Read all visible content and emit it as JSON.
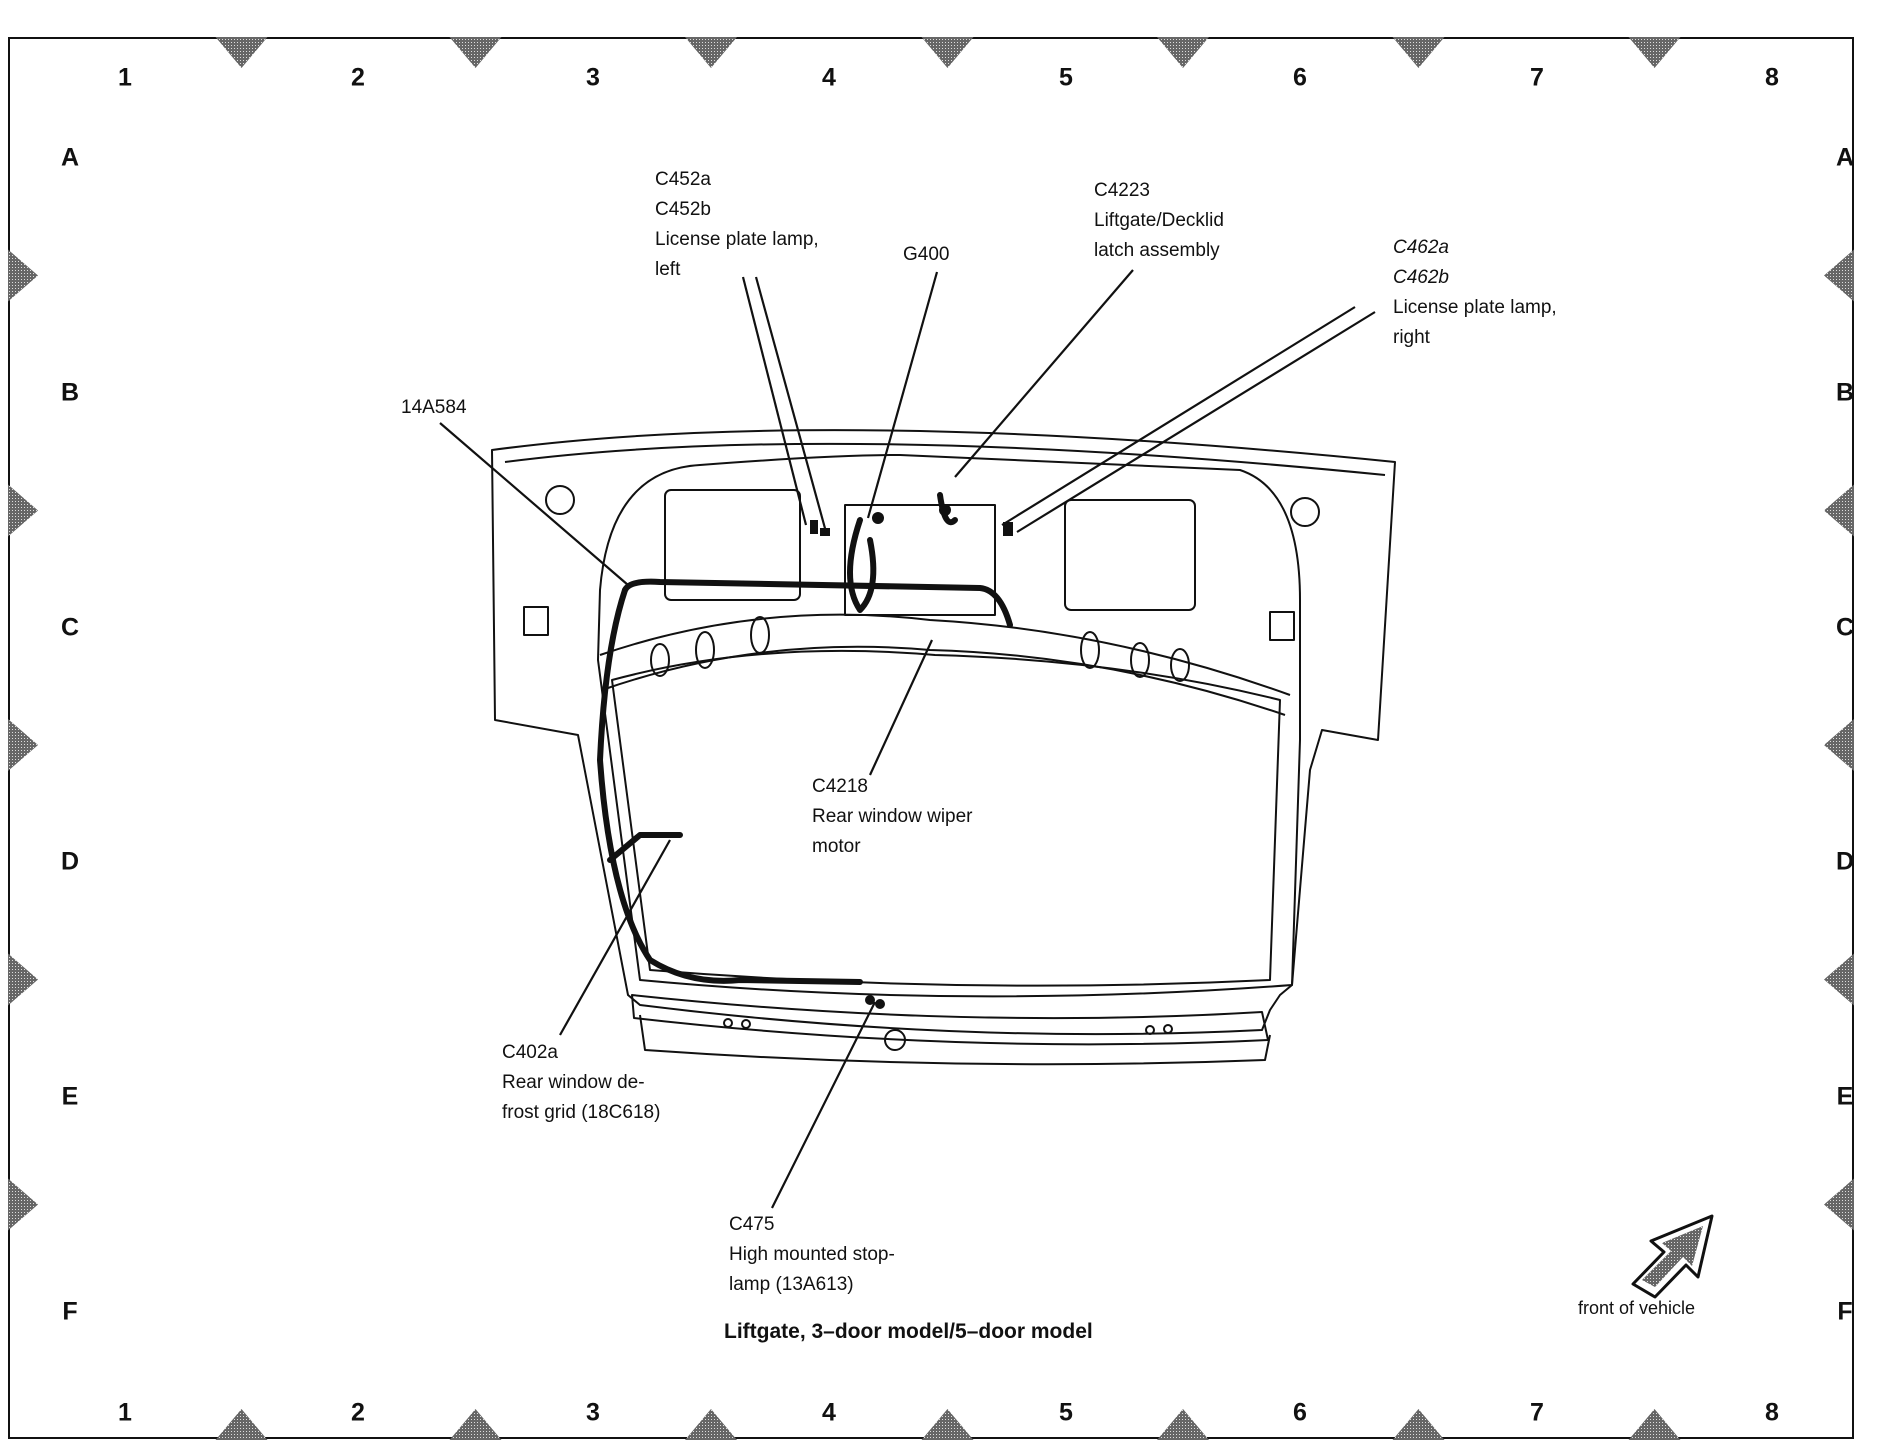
{
  "grid": {
    "columns": [
      "1",
      "2",
      "3",
      "4",
      "5",
      "6",
      "7",
      "8"
    ],
    "rows": [
      "A",
      "B",
      "C",
      "D",
      "E",
      "F"
    ]
  },
  "callouts": {
    "c452": {
      "lines": [
        "C452a",
        "C452b",
        "License plate lamp,",
        "left"
      ]
    },
    "g400": {
      "lines": [
        "G400"
      ]
    },
    "c4223": {
      "lines": [
        "C4223",
        "Liftgate/Decklid",
        "latch assembly"
      ]
    },
    "c462": {
      "lines": [
        "C462a",
        "C462b",
        "License plate lamp,",
        "right"
      ]
    },
    "harness": {
      "lines": [
        "14A584"
      ]
    },
    "c4218": {
      "lines": [
        "C4218",
        "Rear window wiper",
        "motor"
      ]
    },
    "c402a": {
      "lines": [
        "C402a",
        "Rear window de-",
        "frost grid (18C618)"
      ]
    },
    "c475": {
      "lines": [
        "C475",
        "High mounted stop-",
        "lamp (13A613)"
      ]
    }
  },
  "caption": "Liftgate, 3–door model/5–door model",
  "orientation": {
    "label": "front of vehicle",
    "icon": "arrow-up-right-icon"
  },
  "colors": {
    "ink": "#111111",
    "marker": "#555555",
    "paper": "#ffffff"
  }
}
